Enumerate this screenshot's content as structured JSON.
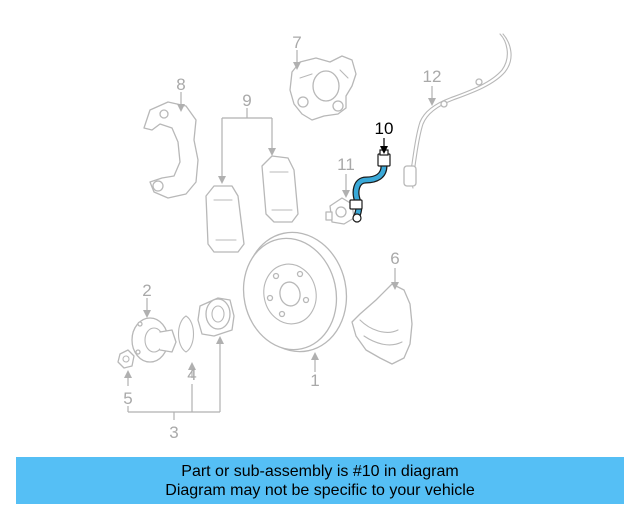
{
  "diagram": {
    "callouts": {
      "c1": "1",
      "c2": "2",
      "c3": "3",
      "c4": "4",
      "c5": "5",
      "c6": "6",
      "c7": "7",
      "c8": "8",
      "c9": "9",
      "c10": "10",
      "c11": "11",
      "c12": "12"
    },
    "highlighted_part": "10",
    "highlight_color": "#3aa9d8"
  },
  "banner": {
    "line1": "Part or sub-assembly is #10 in diagram",
    "line2": "Diagram may not be specific to your vehicle",
    "background": "#55bff5"
  }
}
